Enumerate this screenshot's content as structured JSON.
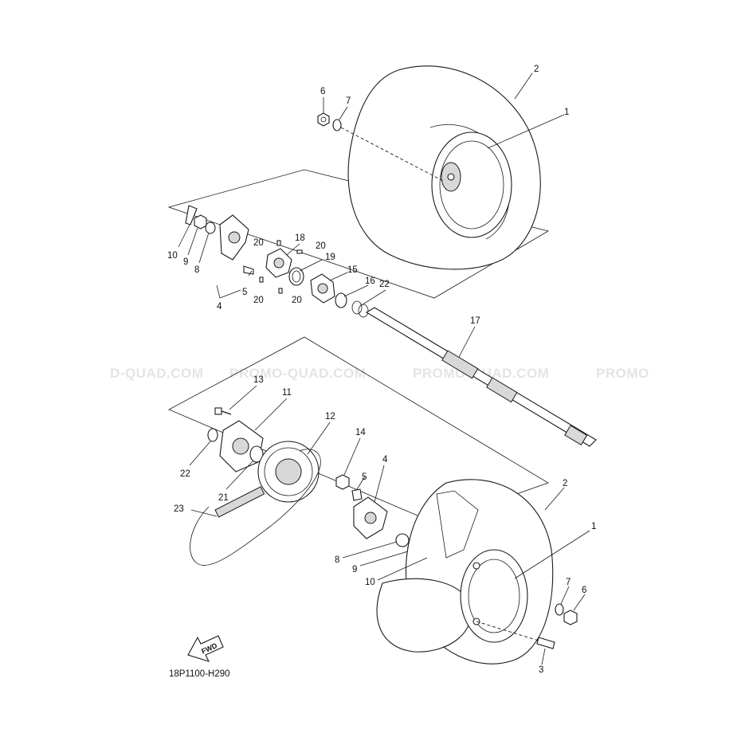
{
  "watermark": {
    "texts": [
      "D-QUAD.COM",
      "PROMO-QUAD.COM",
      "PROMO-QUAD.COM",
      "PROMO"
    ],
    "color": "#e4e4e4"
  },
  "callouts": {
    "c1a": "1",
    "c2a": "2",
    "c6a": "6",
    "c7a": "7",
    "c10a": "10",
    "c9a": "9",
    "c8a": "8",
    "c4a": "4",
    "c5a": "5",
    "c20a": "20",
    "c18": "18",
    "c20b": "20",
    "c19": "19",
    "c15": "15",
    "c16": "16",
    "c22a": "22",
    "c20c": "20",
    "c20d": "20",
    "c17": "17",
    "c13": "13",
    "c11": "11",
    "c12": "12",
    "c14": "14",
    "c4b": "4",
    "c5b": "5",
    "c22b": "22",
    "c21": "21",
    "c23": "23",
    "c2b": "2",
    "c1b": "1",
    "c8b": "8",
    "c9b": "9",
    "c10b": "10",
    "c7b": "7",
    "c6b": "6",
    "c3": "3"
  },
  "fwd_arrow": {
    "label": "FWD"
  },
  "diagram_code": "18P1100-H290"
}
